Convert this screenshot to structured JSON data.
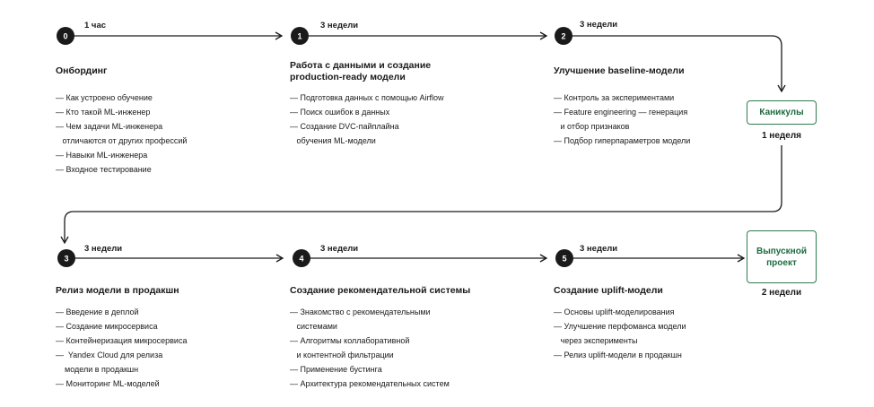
{
  "stages": [
    {
      "num": "0",
      "duration": "1 час",
      "title": "Онбординг",
      "items": [
        "— Как устроено обучение",
        "— Кто такой ML-инженер",
        "— Чем задачи ML-инженера",
        "   отличаются от других профессий",
        "— Навыки ML-инженера",
        "— Входное тестирование"
      ]
    },
    {
      "num": "1",
      "duration": "3 недели",
      "title": "Работа с данными и создание production-ready модели",
      "items": [
        "— Подготовка данных с помощью Airflow",
        "— Поиск ошибок в данных",
        "— Создание DVC-пайплайна",
        "   обучения ML-модели"
      ]
    },
    {
      "num": "2",
      "duration": "3 недели",
      "title": "Улучшение baseline-модели",
      "items": [
        "— Контроль за экспериментами",
        "— Feature engineering — генерация",
        "   и отбор признаков",
        "— Подбор гиперпараметров модели"
      ]
    },
    {
      "num": "3",
      "duration": "3 недели",
      "title": "Релиз модели в продакшн",
      "items": [
        "— Введение в деплой",
        "— Создание микросервиса",
        "— Контейнеризация микросервиса",
        "—  Yandex Cloud для релиза",
        "    модели в продакшн",
        "— Мониторинг ML-моделей"
      ]
    },
    {
      "num": "4",
      "duration": "3 недели",
      "title": "Создание рекомендательной системы",
      "items": [
        "— Знакомство с рекомендательными",
        "   системами",
        "— Алгоритмы коллаборативной",
        "   и контентной фильтрации",
        "— Применение бустинга",
        "— Архитектура рекомендательных систем"
      ]
    },
    {
      "num": "5",
      "duration": "3 недели",
      "title": "Создание uplift-модели",
      "items": [
        "— Основы uplift-моделирования",
        "— Улучшение перфоманса модели",
        "   через эксперименты",
        "— Релиз uplift-модели в продакшн"
      ]
    }
  ],
  "breaks": [
    {
      "label": "Каникулы",
      "duration": "1 неделя"
    },
    {
      "label": "Выпускной\nпроект",
      "duration": "2 недели"
    }
  ],
  "colors": {
    "node": "#1a1a1a",
    "line": "#1a1a1a",
    "box_border": "#2e7d4f",
    "box_text": "#1e6b40"
  }
}
